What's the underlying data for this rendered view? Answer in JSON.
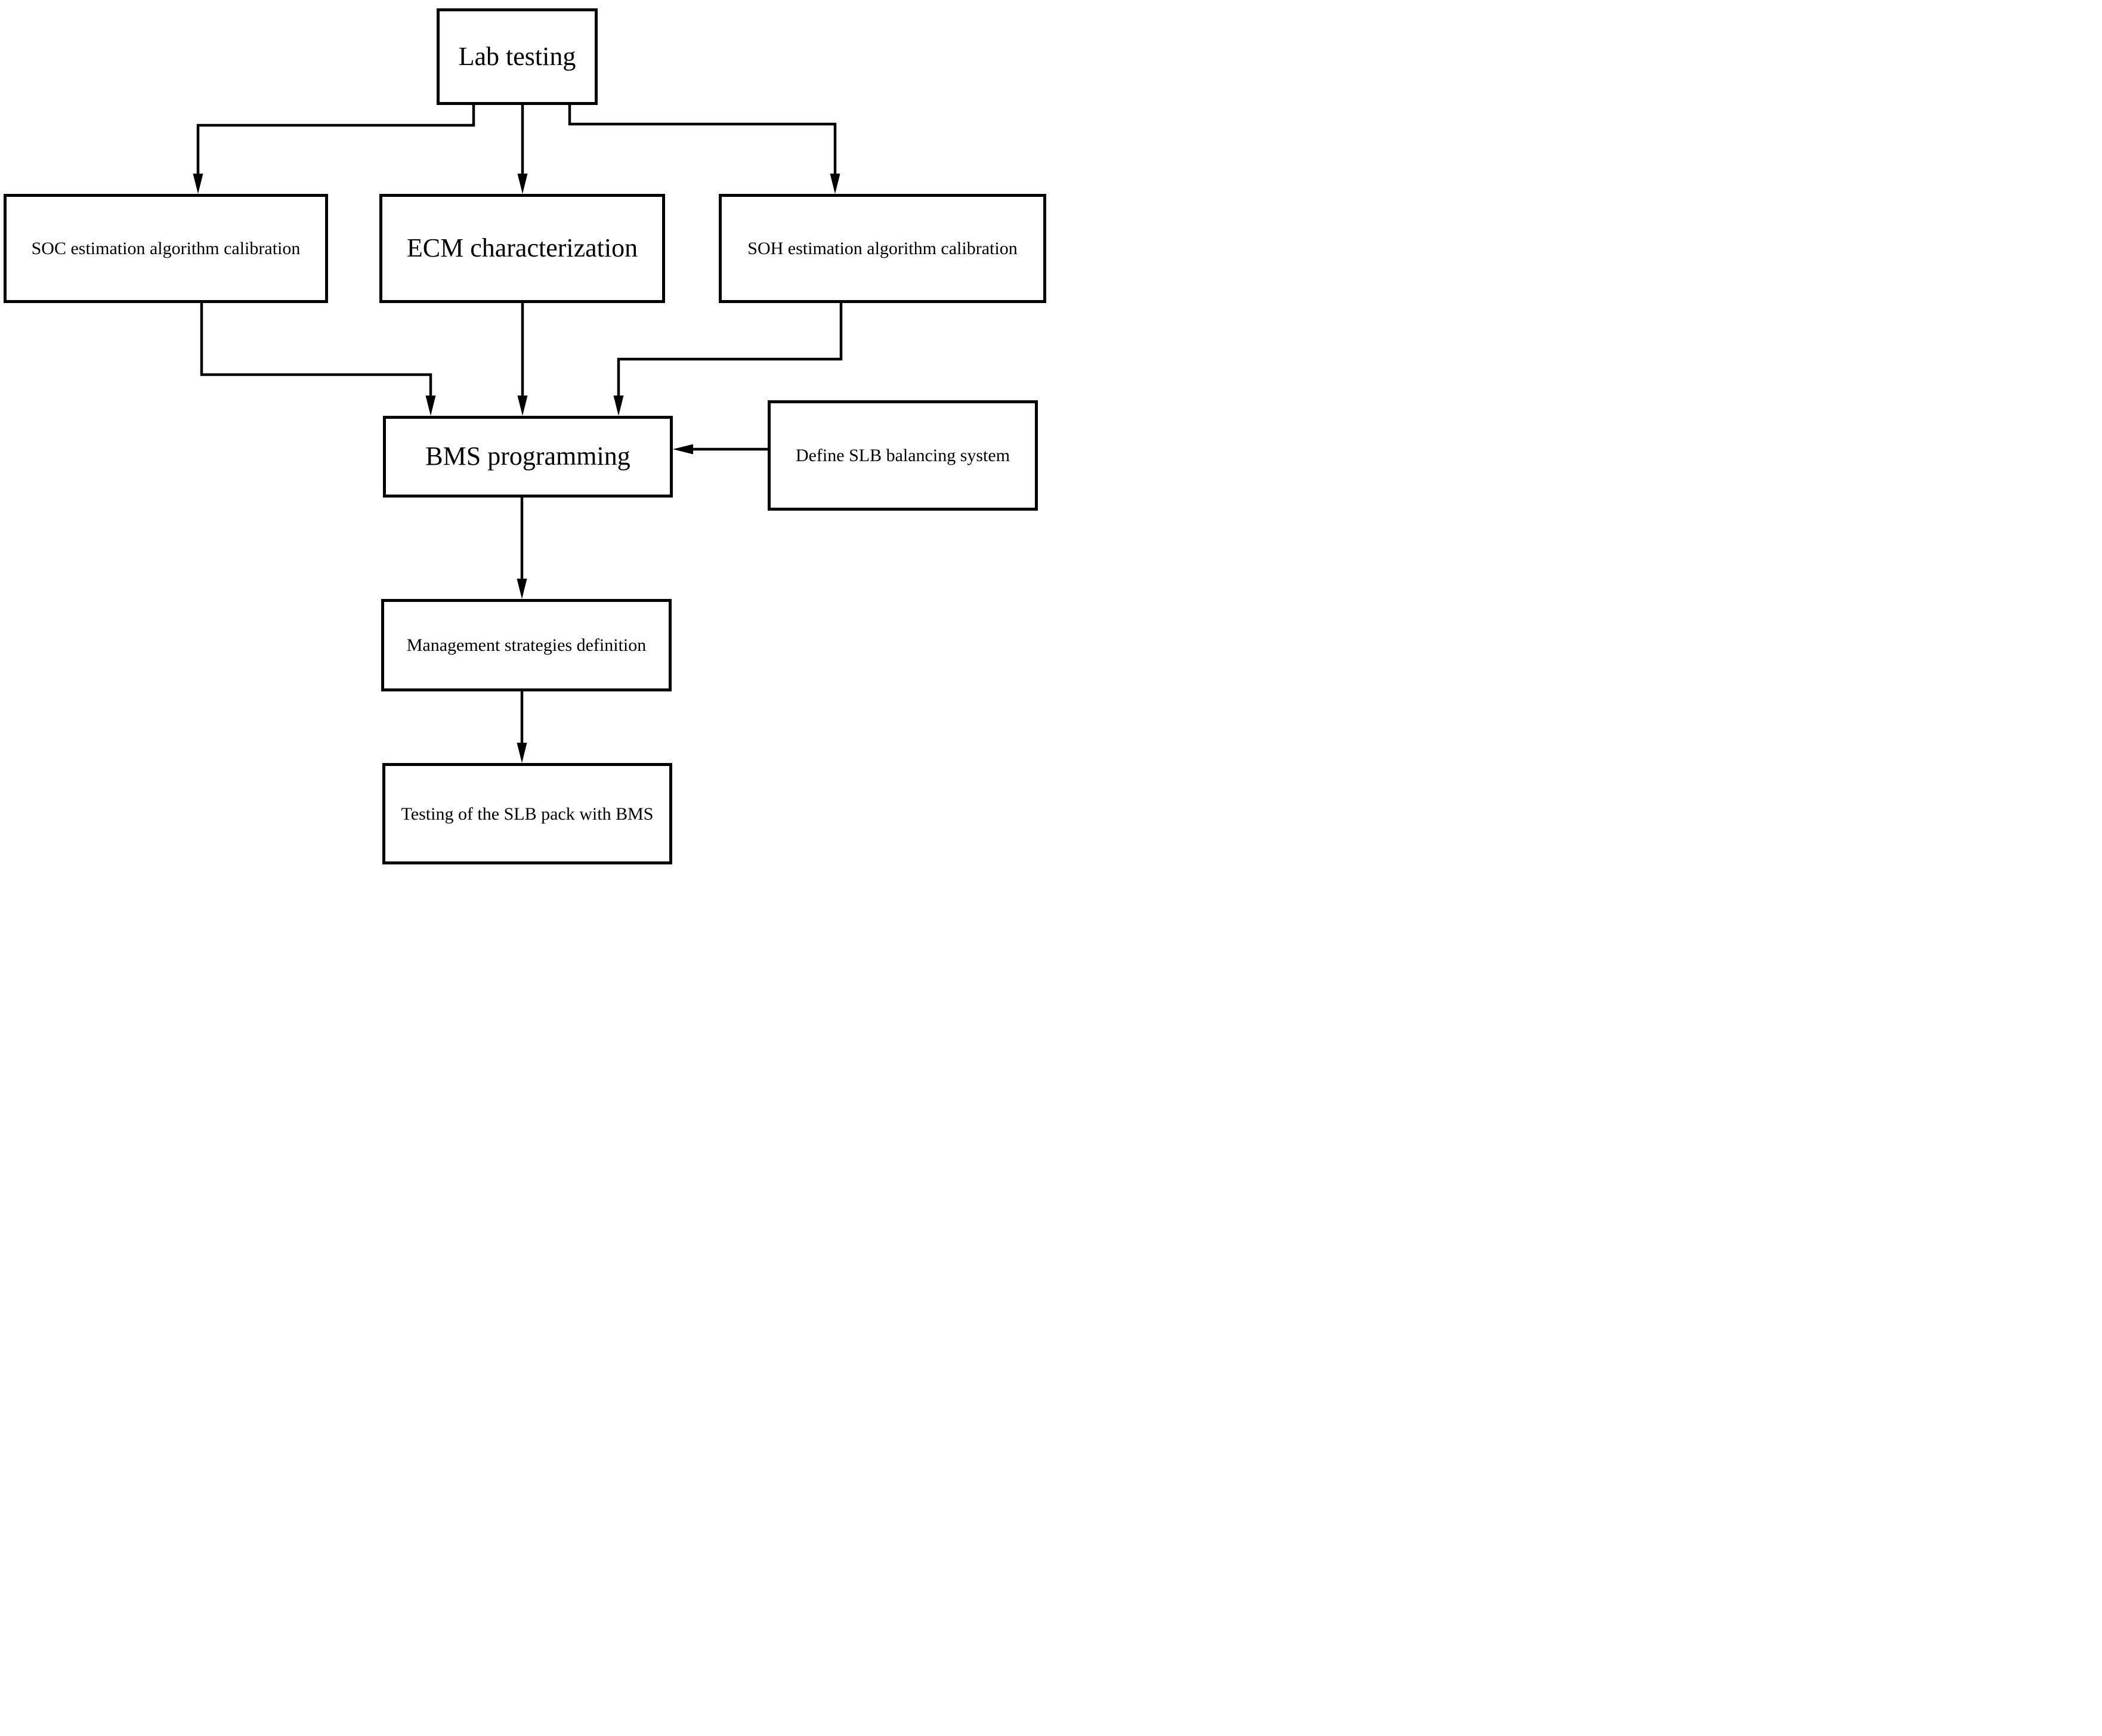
{
  "diagram": {
    "background_color": "#ffffff",
    "ink_color": "#000000",
    "nodes": {
      "lab": {
        "label": "Lab testing"
      },
      "soc": {
        "label": "SOC estimation algorithm calibration"
      },
      "ecm": {
        "label": "ECM characterization"
      },
      "soh": {
        "label": "SOH estimation algorithm calibration"
      },
      "bms": {
        "label": "BMS programming"
      },
      "define_slb": {
        "label": "Define SLB balancing system"
      },
      "management": {
        "label": "Management strategies definition"
      },
      "testing": {
        "label": "Testing of the SLB pack with BMS"
      }
    },
    "edges": [
      {
        "from": "lab",
        "to": "soc"
      },
      {
        "from": "lab",
        "to": "ecm"
      },
      {
        "from": "lab",
        "to": "soh"
      },
      {
        "from": "soc",
        "to": "bms"
      },
      {
        "from": "ecm",
        "to": "bms"
      },
      {
        "from": "soh",
        "to": "bms"
      },
      {
        "from": "define_slb",
        "to": "bms"
      },
      {
        "from": "bms",
        "to": "management"
      },
      {
        "from": "management",
        "to": "testing"
      }
    ]
  }
}
